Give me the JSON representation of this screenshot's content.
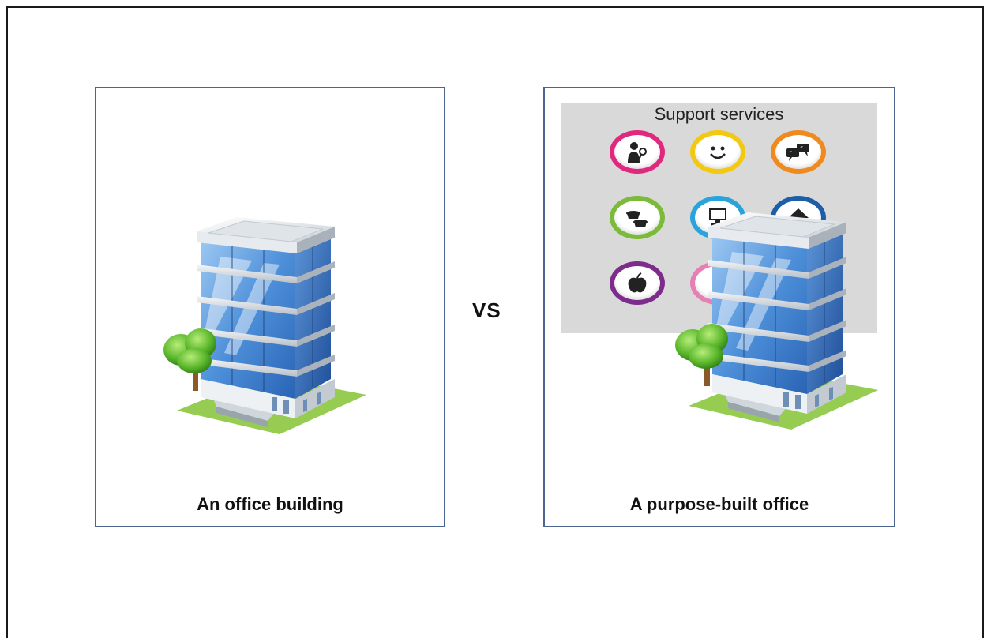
{
  "vs_label": "VS",
  "left_panel": {
    "caption": "An office building"
  },
  "right_panel": {
    "caption": "A purpose-built office",
    "support_title": "Support services",
    "services": [
      {
        "icon": "person-microphone-icon",
        "color": "#e0287e"
      },
      {
        "icon": "smiley-icon",
        "color": "#f2c811"
      },
      {
        "icon": "chat-bubbles-icon",
        "color": "#ef8a1f"
      },
      {
        "icon": "coffee-cups-icon",
        "color": "#7cba3a"
      },
      {
        "icon": "computer-icon",
        "color": "#29a3dc"
      },
      {
        "icon": "house-icon",
        "color": "#1d5ea8"
      },
      {
        "icon": "apple-icon",
        "color": "#7d2c8c"
      },
      {
        "icon": "partially-hidden-icon",
        "color": "#e57fb4"
      }
    ]
  }
}
